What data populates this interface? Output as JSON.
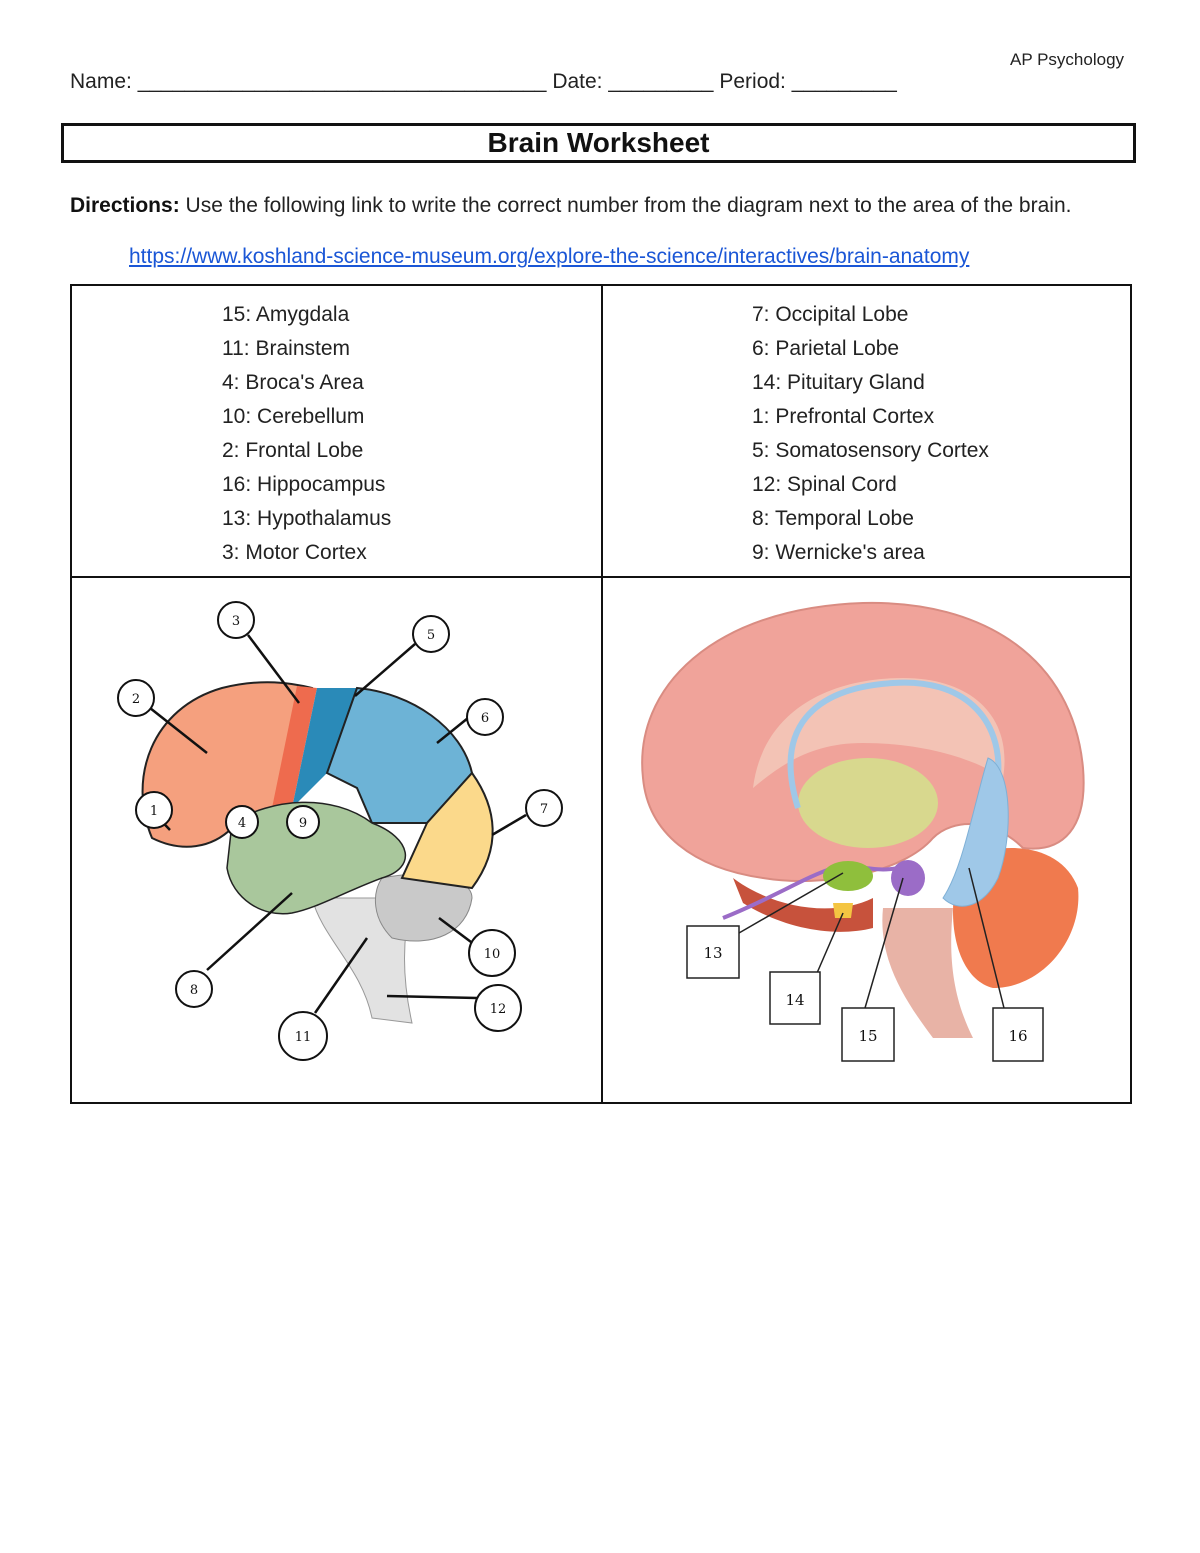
{
  "header": {
    "course": "AP Psychology",
    "name_label": "Name:",
    "name_blank": "___________________________________",
    "date_label": "Date:",
    "date_blank": "_________",
    "period_label": "Period:",
    "period_blank": "_________"
  },
  "title": "Brain Worksheet",
  "directions": {
    "label": "Directions:",
    "text": " Use the following link to write the correct number from the diagram next to the area of the brain.",
    "link": "https://www.koshland-science-museum.org/explore-the-science/interactives/brain-anatomy"
  },
  "answers_left": [
    "15: Amygdala",
    "11: Brainstem",
    "4: Broca's Area",
    "10: Cerebellum",
    "2: Frontal Lobe",
    "16: Hippocampus",
    "13: Hypothalamus",
    "3: Motor Cortex"
  ],
  "answers_right": [
    "7: Occipital Lobe",
    "6: Parietal Lobe",
    "14: Pituitary Gland",
    "1: Prefrontal Cortex",
    "5: Somatosensory Cortex",
    "12: Spinal Cord",
    "8: Temporal Lobe",
    "9: Wernicke's area"
  ],
  "lateral_diagram": {
    "labels": [
      "1",
      "2",
      "3",
      "4",
      "5",
      "6",
      "7",
      "8",
      "9",
      "10",
      "11",
      "12"
    ],
    "colors": {
      "frontal": "#f5a07e",
      "motor": "#ee6b4e",
      "somatosensory": "#2a8ab8",
      "parietal": "#6db3d6",
      "occipital": "#fbd98b",
      "temporal": "#a9c79c",
      "cerebellum": "#c9c9c9",
      "brainstem": "#e2e2e2"
    }
  },
  "sagittal_diagram": {
    "labels": [
      "13",
      "14",
      "15",
      "16"
    ],
    "colors": {
      "cortex": "#f0a39a",
      "thalamus": "#d8d88e",
      "hypothalamus": "#8fbf3c",
      "pituitary": "#f4c542",
      "amygdala": "#9b6cc7",
      "hippocampus": "#9fc8e8",
      "cerebellum": "#f07a4e",
      "brainstem": "#e8b3a6"
    }
  }
}
